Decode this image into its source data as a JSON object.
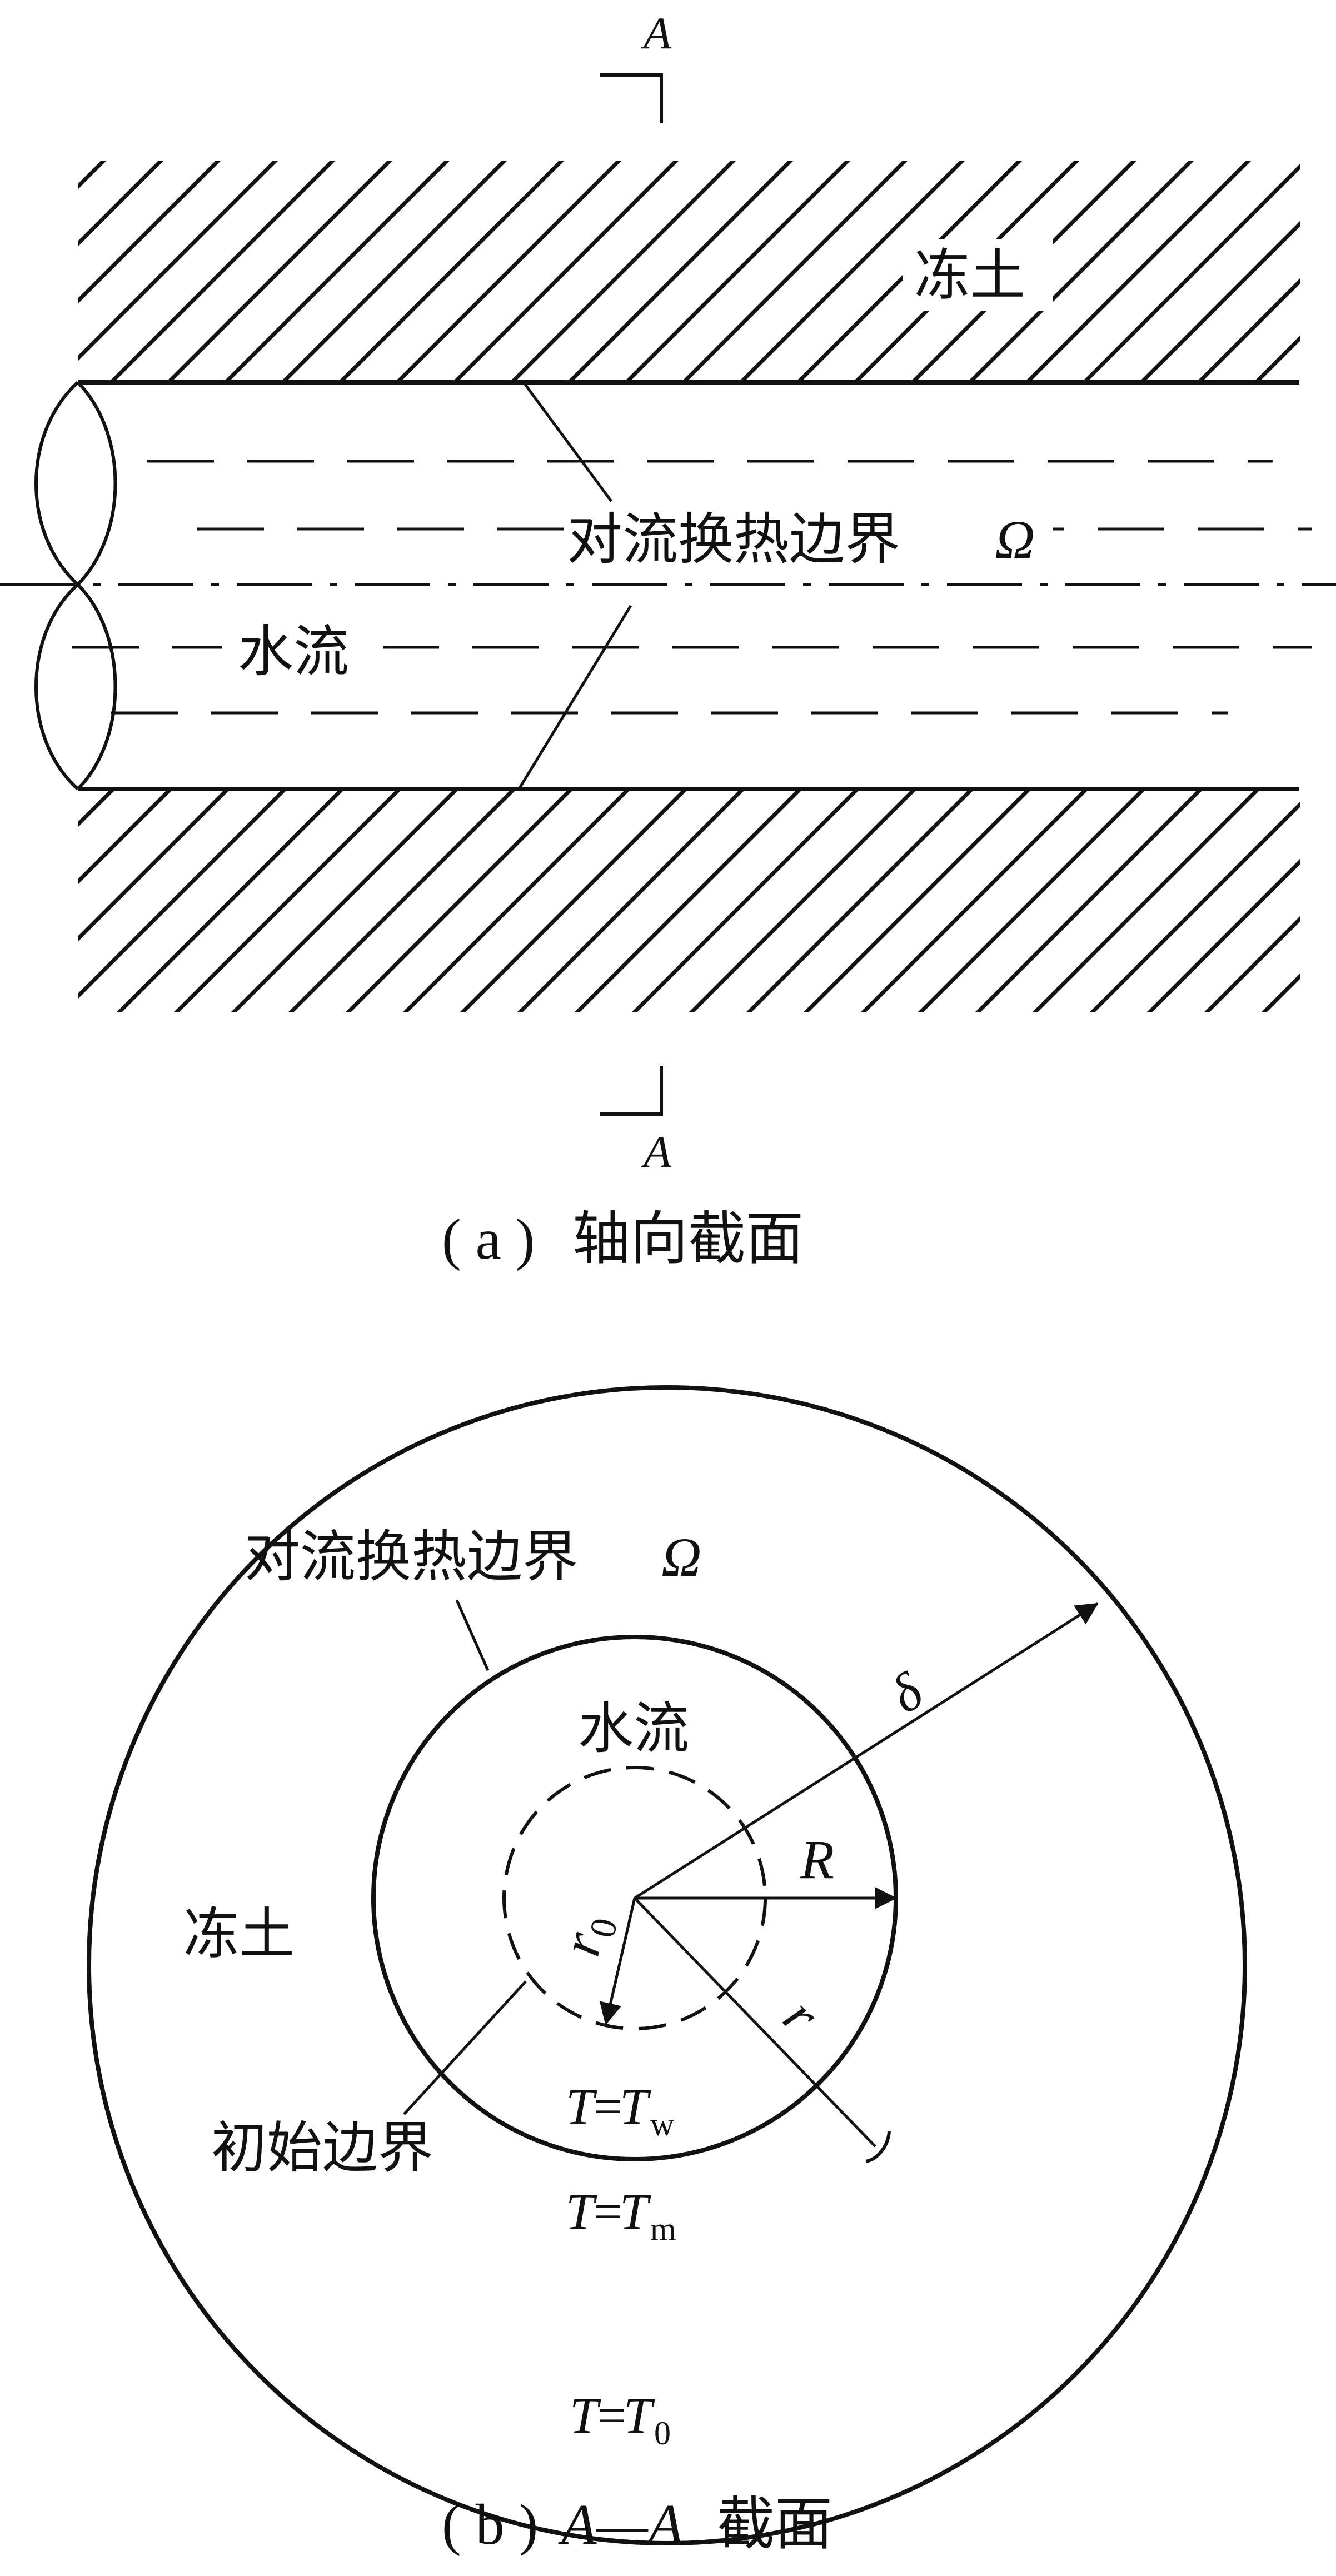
{
  "panel_a": {
    "section_mark": "A",
    "frozen_soil": "冻土",
    "boundary_label": "对流换热边界",
    "omega": "Ω",
    "water_flow": "水流",
    "caption_prefix": "( a )",
    "caption_text": "轴向截面"
  },
  "panel_b": {
    "boundary_label": "对流换热边界",
    "omega": "Ω",
    "water_flow": "水流",
    "frozen_soil": "冻土",
    "initial_boundary": "初始边界",
    "delta": "δ",
    "R": "R",
    "r0_base": "r",
    "r0_sub": "0",
    "r": "r",
    "tw_T": "T",
    "tw_eq": "=",
    "tw_T2": "T",
    "tw_sub": "w",
    "tm_T": "T",
    "tm_eq": "=",
    "tm_T2": "T",
    "tm_sub": "m",
    "t0_T": "T",
    "t0_eq": "=",
    "t0_T2": "T",
    "t0_sub": "0",
    "caption_prefix": "( b )",
    "caption_section": "A—A",
    "caption_text": "截面"
  },
  "colors": {
    "ink": "#111111",
    "background": "#ffffff"
  }
}
